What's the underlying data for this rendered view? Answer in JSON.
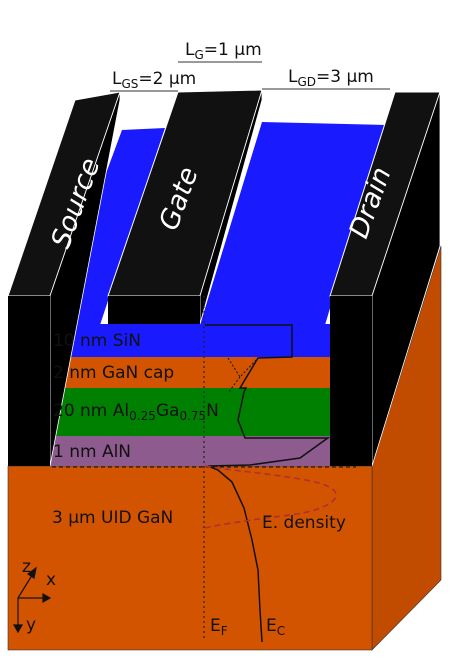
{
  "dimensions": {
    "lg": {
      "main": "L",
      "sub": "G",
      "value": "=1 µm"
    },
    "lgs": {
      "main": "L",
      "sub": "GS",
      "value": "=2 µm"
    },
    "lgd": {
      "main": "L",
      "sub": "GD",
      "value": "=3 µm"
    }
  },
  "electrodes": {
    "source": "Source",
    "gate": "Gate",
    "drain": "Drain"
  },
  "layers": {
    "sin": {
      "label": "10 nm SiN",
      "color": "#1a1aff"
    },
    "cap": {
      "label": "2 nm GaN cap",
      "color": "#d35400"
    },
    "algan": {
      "pre": "20 nm Al",
      "sub1": "0.25",
      "mid": "Ga",
      "sub2": "0.75",
      "post": "N",
      "color": "#008000"
    },
    "aln": {
      "label": "1 nm AlN",
      "color": "#8e5b8e"
    },
    "gan": {
      "label": "3 µm UID GaN",
      "color": "#d35400"
    }
  },
  "curves": {
    "edensity": "E. density",
    "ef": {
      "main": "E",
      "sub": "F"
    },
    "ec": {
      "main": "E",
      "sub": "C"
    }
  },
  "axes": {
    "z": "z",
    "x": "x",
    "y": "y"
  },
  "colors": {
    "metal": "#000000",
    "substrate": "#d35400",
    "substrate_side": "#c14c00",
    "passivation": "#1a1aff"
  }
}
